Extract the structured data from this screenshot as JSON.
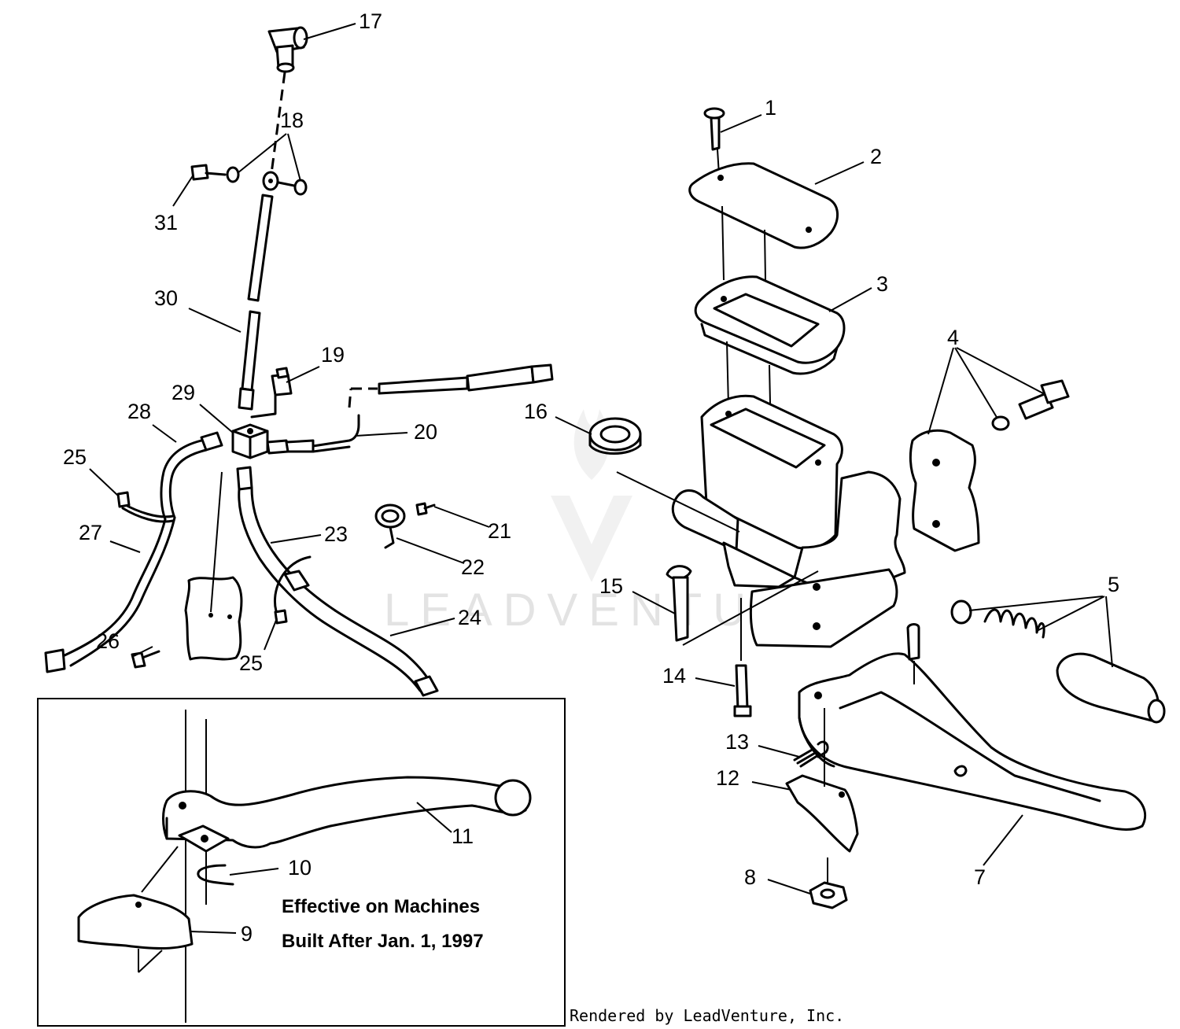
{
  "callouts": [
    "1",
    "2",
    "3",
    "4",
    "5",
    "7",
    "8",
    "9",
    "10",
    "11",
    "12",
    "13",
    "14",
    "15",
    "16",
    "17",
    "18",
    "19",
    "20",
    "21",
    "22",
    "23",
    "24",
    "25",
    "25",
    "26",
    "27",
    "28",
    "29",
    "30",
    "31"
  ],
  "inset_note": {
    "line1": "Effective on Machines",
    "line2": "Built After Jan. 1, 1997"
  },
  "watermark": "LEADVENTURE",
  "credit": "Rendered by LeadVenture, Inc.",
  "colors": {
    "ink": "#000000",
    "paper": "#ffffff",
    "watermark": "#e3e3e3"
  }
}
